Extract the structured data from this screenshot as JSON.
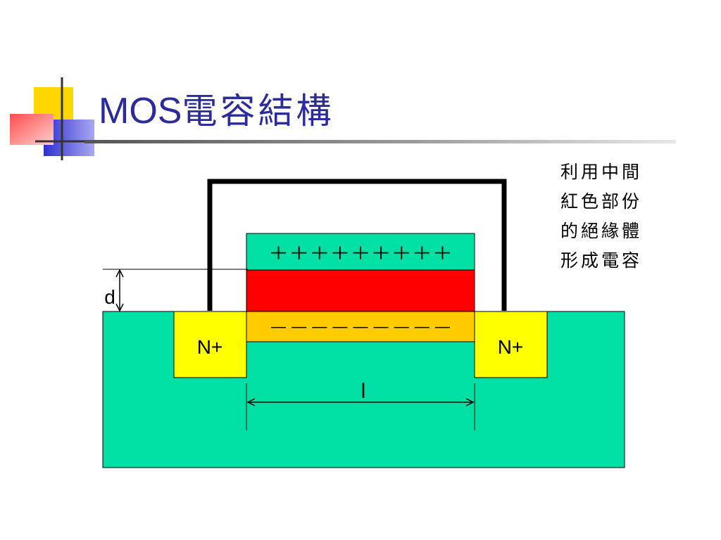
{
  "slide": {
    "title_latin": "MOS",
    "title_cjk": "電容結構",
    "note_lines": [
      "利用中間",
      "紅色部份",
      "的絕緣體",
      "形成電容"
    ]
  },
  "diagram": {
    "gate_charge": "＋＋＋＋＋＋＋＋＋",
    "channel_charge": "－－－－－－－－－",
    "source_label": "N+",
    "drain_label": "N+",
    "thickness_label": "d",
    "length_label": "l"
  },
  "colors": {
    "title": "#2b2b9b",
    "substrate": "#00e0a4",
    "gate": "#00e0a4",
    "insulator": "#ff0000",
    "channel": "#ffcc00",
    "diffusion": "#ffff00",
    "wire": "#000000",
    "deco_yellow": "#ffd700",
    "deco_red": "#ff5a5a",
    "deco_blue": "#3333cc"
  }
}
